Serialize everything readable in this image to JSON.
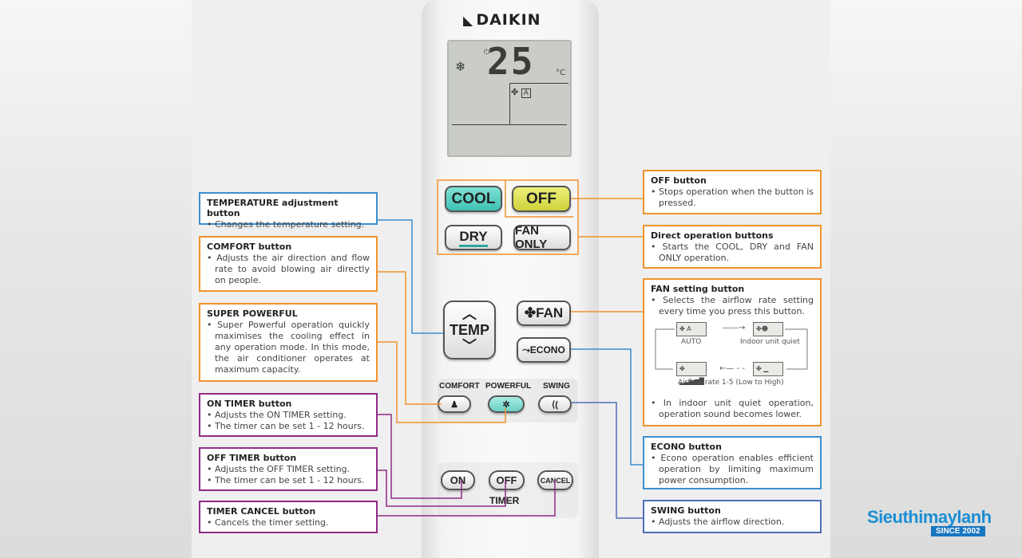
{
  "brand_logo": "DAIKIN",
  "lcd": {
    "temperature": "25",
    "unit": "°C",
    "mode_icon": "snowflake-icon",
    "fan_indicator": "A"
  },
  "buttons": {
    "cool": "COOL",
    "off": "OFF",
    "dry": "DRY",
    "fan_only": "FAN ONLY",
    "temp": "TEMP",
    "fan": "FAN",
    "econo": "ECONO",
    "comfort": "COMFORT",
    "powerful": "POWERFUL",
    "swing": "SWING",
    "on": "ON",
    "timer_off": "OFF",
    "cancel": "CANCEL",
    "timer": "TIMER"
  },
  "callouts": {
    "temperature": {
      "title": "TEMPERATURE adjustment button",
      "desc": [
        "• Changes the temperature setting."
      ]
    },
    "comfort": {
      "title": "COMFORT button",
      "desc": [
        "• Adjusts the air direction and flow rate to avoid blowing air directly on people."
      ]
    },
    "super_powerful": {
      "title": "SUPER POWERFUL",
      "desc": [
        "• Super Powerful operation quickly maximises the cooling effect in any operation mode. In this mode, the air conditioner operates at maximum capacity."
      ]
    },
    "on_timer": {
      "title": "ON TIMER button",
      "desc": [
        "• Adjusts the ON TIMER setting.",
        "• The timer can be set 1 - 12 hours."
      ]
    },
    "off_timer": {
      "title": "OFF TIMER button",
      "desc": [
        "• Adjusts the OFF TIMER setting.",
        "• The timer can be set 1 - 12 hours."
      ]
    },
    "timer_cancel": {
      "title": "TIMER CANCEL button",
      "desc": [
        "• Cancels the timer setting."
      ]
    },
    "off": {
      "title": "OFF button",
      "desc": [
        "• Stops operation when the button is pressed."
      ]
    },
    "direct": {
      "title": "Direct operation buttons",
      "desc": [
        "• Starts the COOL, DRY and FAN ONLY operation."
      ]
    },
    "fan": {
      "title": "FAN setting button",
      "desc": [
        "• Selects the airflow rate setting every time you press this button."
      ],
      "note": "• In indoor unit quiet operation, operation sound becomes lower.",
      "labels": {
        "auto": "AUTO",
        "quiet": "Indoor unit quiet",
        "rate": "Airflow rate 1-5 (Low to High)"
      }
    },
    "econo": {
      "title": "ECONO button",
      "desc": [
        "• Econo operation enables efficient operation by limiting maximum power consumption."
      ]
    },
    "swing": {
      "title": "SWING button",
      "desc": [
        "• Adjusts the airflow direction."
      ]
    }
  },
  "watermark": {
    "name": "Sieuthimaylanh",
    "since": "SINCE 2002"
  },
  "colors": {
    "blue": "#3a8fd0",
    "orange": "#f0922b",
    "purple": "#8f2c84",
    "steel": "#4e6fb3"
  }
}
